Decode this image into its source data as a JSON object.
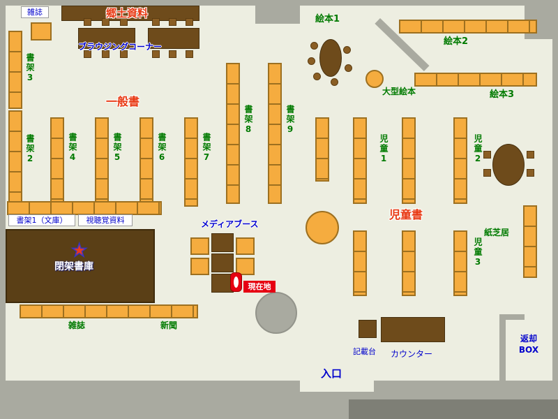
{
  "colors": {
    "floor": "#EDEEE1",
    "wall_gray": "#A9AAA0",
    "shelf_orange": "#F5AC3F",
    "shelf_border": "#9D7020",
    "furniture_brown": "#6E4B1B",
    "closed_stack_brown": "#5A3F16",
    "text_green": "#007A00",
    "text_blue": "#0000CC",
    "text_red": "#E83812",
    "marker_red": "#E60012"
  },
  "areas": {
    "magazines_top": "雑誌",
    "local_materials": "郷土資料",
    "browsing_corner": "ブラウジングコーナー",
    "general_books": "一般書",
    "shelf2": "書架2",
    "shelf3": "書架3",
    "shelf4": "書架4",
    "shelf5": "書架5",
    "shelf6": "書架6",
    "shelf7": "書架7",
    "shelf8": "書架8",
    "shelf9": "書架9",
    "picture_books1": "絵本1",
    "picture_books2": "絵本2",
    "picture_books3": "絵本3",
    "large_picture_books": "大型絵本",
    "children1": "児童1",
    "children2": "児童2",
    "children3": "児童3",
    "children_books": "児童書",
    "kamishibai": "紙芝居",
    "shelf1_bunko": "書架1（文庫）",
    "audiovisual": "視聴覚資料",
    "media_booth": "メディアブース",
    "closed_stacks": "閉架書庫",
    "current_location": "現在地",
    "magazines_bottom": "雑誌",
    "newspapers": "新聞",
    "writing_desk": "記載台",
    "counter": "カウンター",
    "return_box_line1": "返却",
    "return_box_line2": "BOX",
    "entrance": "入口"
  }
}
